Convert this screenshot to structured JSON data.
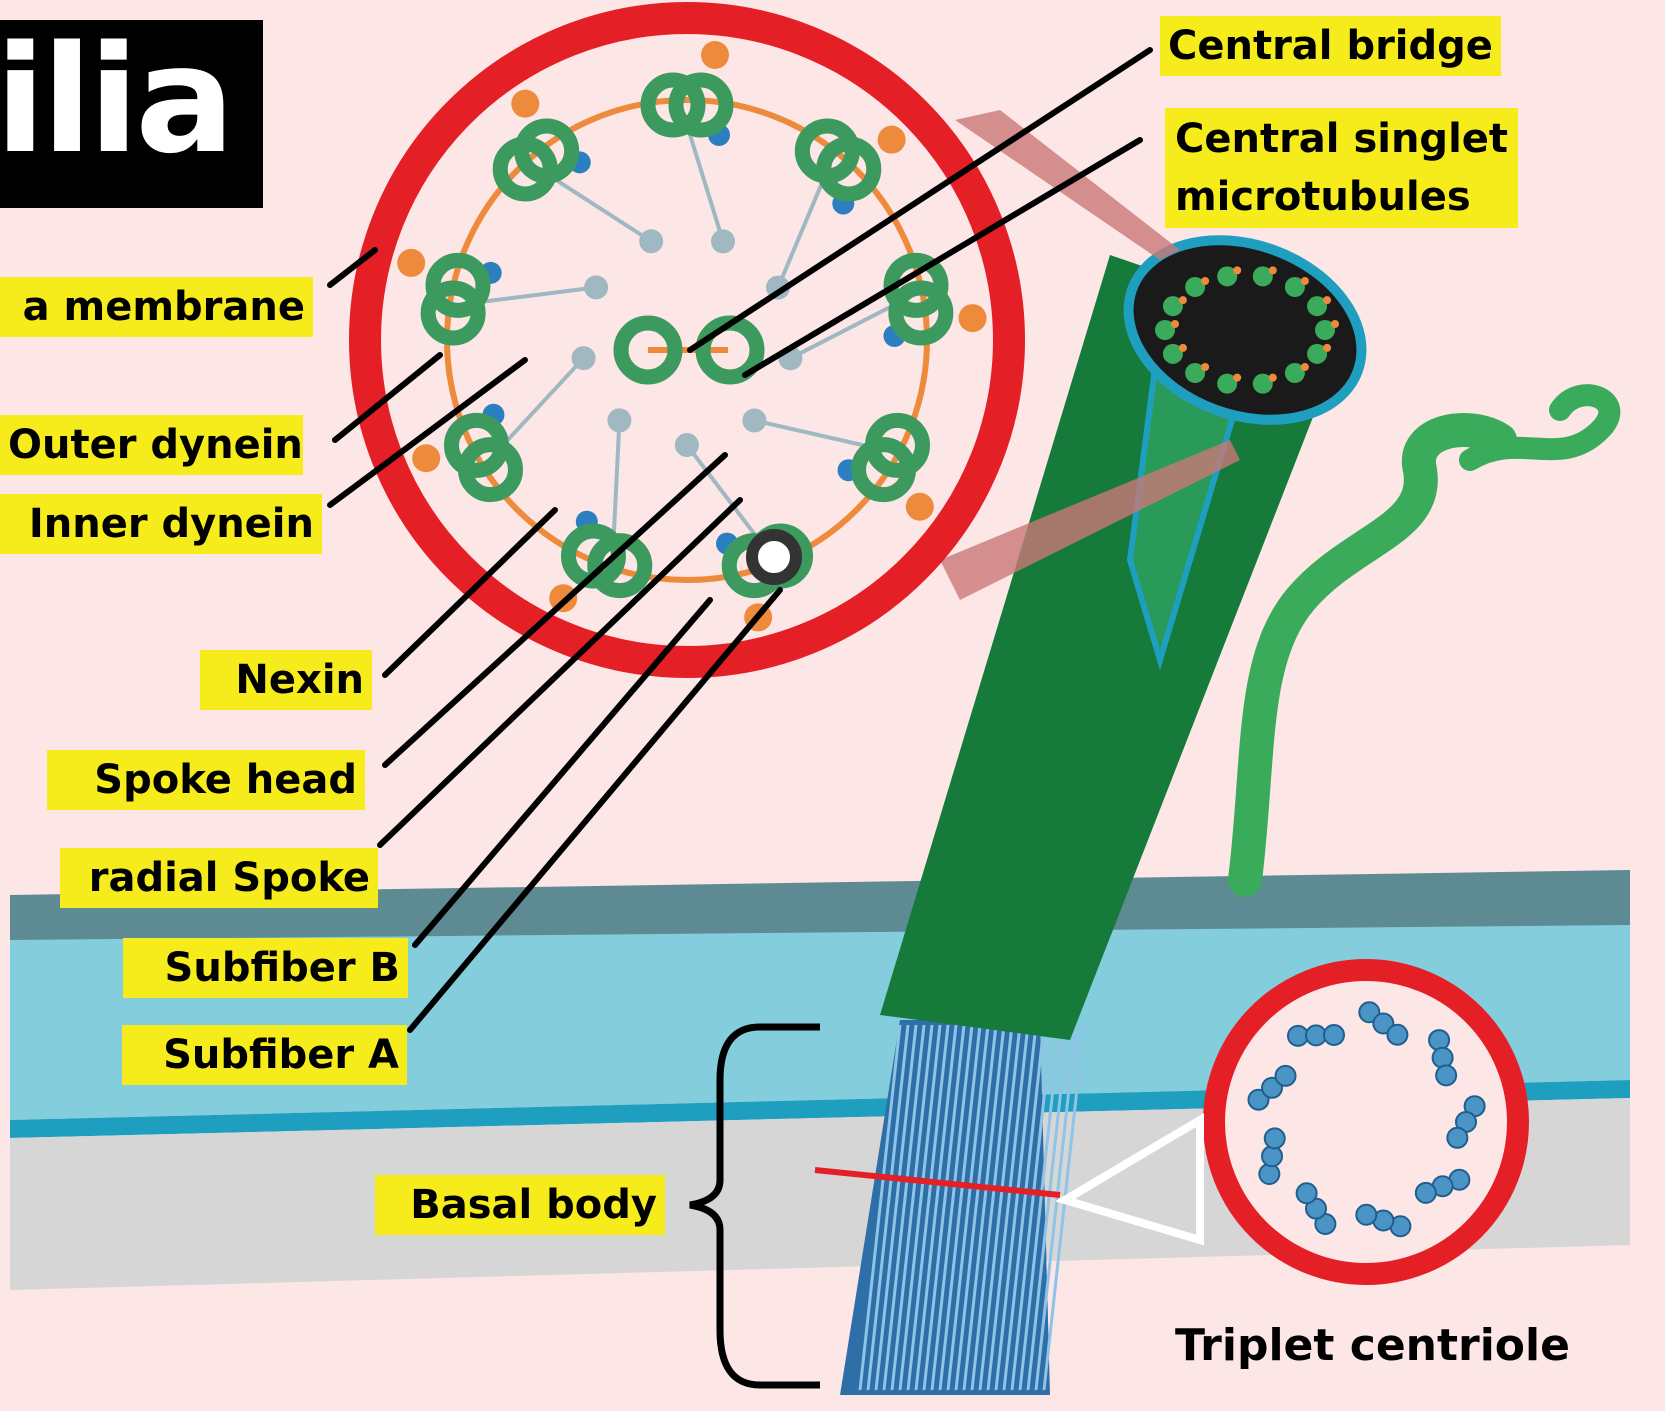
{
  "title": "ilia",
  "labels": {
    "central_bridge": "Central bridge",
    "central_singlet_line1": "Central singlet",
    "central_singlet_line2": "microtubules",
    "membrane": "a membrane",
    "outer_dynein": "Outer dynein",
    "inner_dynein": "Inner dynein",
    "nexin": "Nexin",
    "spoke_head": "Spoke head",
    "radial_spoke": "radial Spoke",
    "subfiber_b": "Subfiber B",
    "subfiber_a": "Subfiber A",
    "basal_body": "Basal body",
    "triplet_centriole": "Triplet centriole"
  },
  "colors": {
    "background": "#fce6e6",
    "label_highlight": "#f6ec1c",
    "ring_red": "#e41f25",
    "microtubule_green": "#3c9a5f",
    "cilium_green": "#157a3a",
    "flagellum_green": "#3aab5a",
    "cytoplasm_blue": "#84cddc",
    "membrane_teal": "#5e8a93",
    "basal_blue": "#2f6fa7",
    "dynein_orange": "#ee8a3c",
    "dynein_blue": "#2b7fc0",
    "spoke_gray": "#9fb8c2",
    "nucleus_gray": "#d6d6d6"
  },
  "structure_counts": {
    "axoneme_doublets": 9,
    "central_singlets": 2,
    "centriole_triplets": 9
  }
}
